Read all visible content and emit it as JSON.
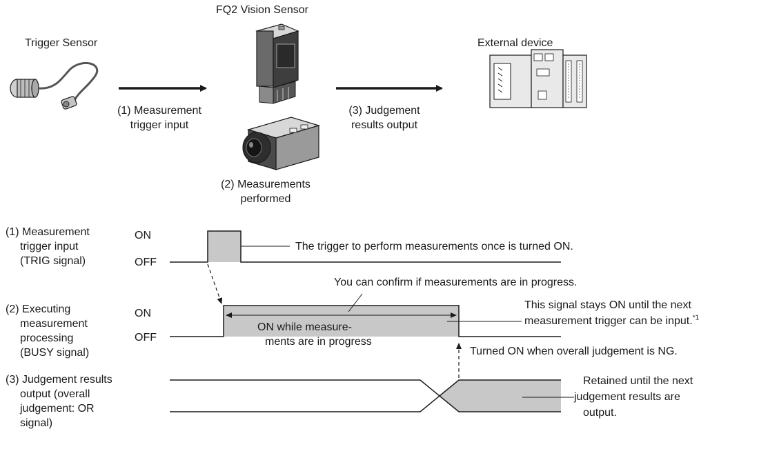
{
  "top": {
    "trigger_sensor": "Trigger Sensor",
    "vision_sensor": "FQ2 Vision Sensor",
    "external_device": "External device",
    "step1": [
      "(1) Measurement",
      "trigger input"
    ],
    "step2": [
      "(2) Measurements",
      "performed"
    ],
    "step3": [
      "(3) Judgement",
      "results output"
    ]
  },
  "timing": {
    "row1": {
      "label": [
        "(1) Measurement",
        "trigger input",
        "(TRIG signal)"
      ],
      "on": "ON",
      "off": "OFF",
      "note": "The trigger to perform measurements once is turned ON."
    },
    "row2": {
      "label": [
        "(2) Executing",
        "measurement",
        "processing",
        "(BUSY signal)"
      ],
      "on": "ON",
      "off": "OFF",
      "note_confirm": "You can confirm if measurements are in progress.",
      "note_stays": [
        "This signal stays ON until the next",
        "measurement trigger can be input."
      ],
      "note_footnote": "*1",
      "inside": [
        "ON while measure-",
        "ments are in progress"
      ],
      "note_ng": "Turned ON when overall judgement is NG."
    },
    "row3": {
      "label": [
        "(3) Judgement results",
        "output (overall",
        "judgement: OR",
        "signal)"
      ],
      "note": [
        "Retained until the next",
        "judgement results are",
        "output."
      ]
    }
  },
  "colors": {
    "line": "#1a1a1a",
    "fill": "#c8c8c8",
    "device_fill": "#e9e9e9"
  }
}
